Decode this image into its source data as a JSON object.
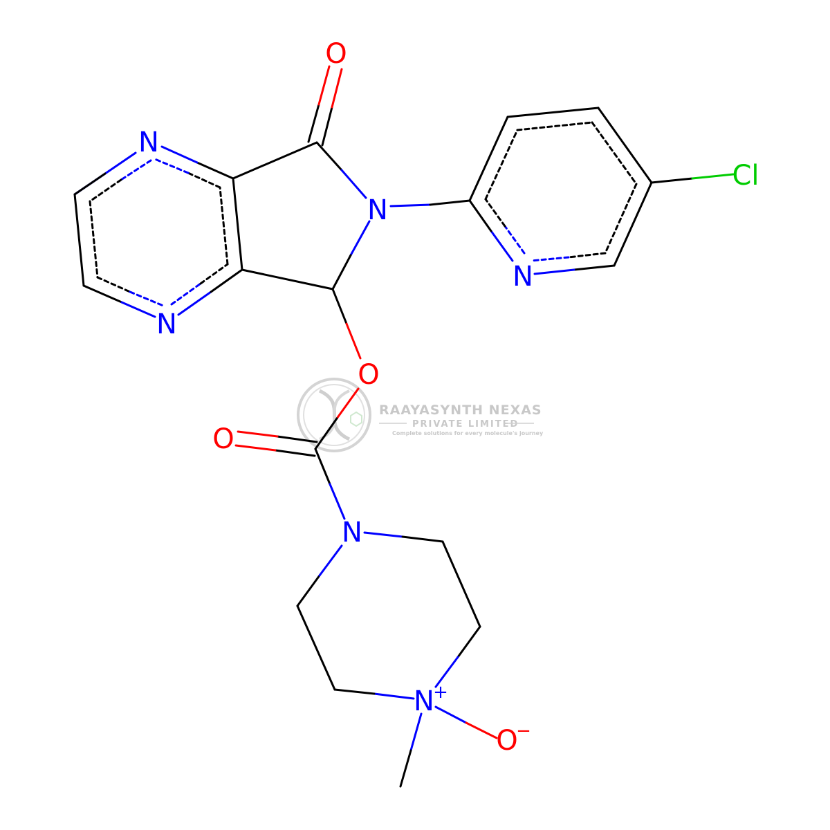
{
  "colors": {
    "bond": "#000000",
    "nitrogen": "#0000ff",
    "oxygen": "#ff0000",
    "chlorine": "#00cc00",
    "watermark": "#c8c8c8"
  },
  "atoms": {
    "n_pyrazine_top": "N",
    "n_pyrazine_bottom": "N",
    "n_lactam": "N",
    "o_carbonyl_top": "O",
    "n_pyridine": "N",
    "cl": "Cl",
    "o_ester": "O",
    "o_carbamate": "O",
    "n_piperazine": "N",
    "n_oxide": "N",
    "n_oxide_charge": "+",
    "o_oxide": "O",
    "o_oxide_charge": "−"
  },
  "watermark": {
    "title": "RAAYASYNTH NEXAS",
    "subtitle": "PRIVATE LIMITED",
    "tagline": "Complete solutions for every molecule's journey"
  }
}
